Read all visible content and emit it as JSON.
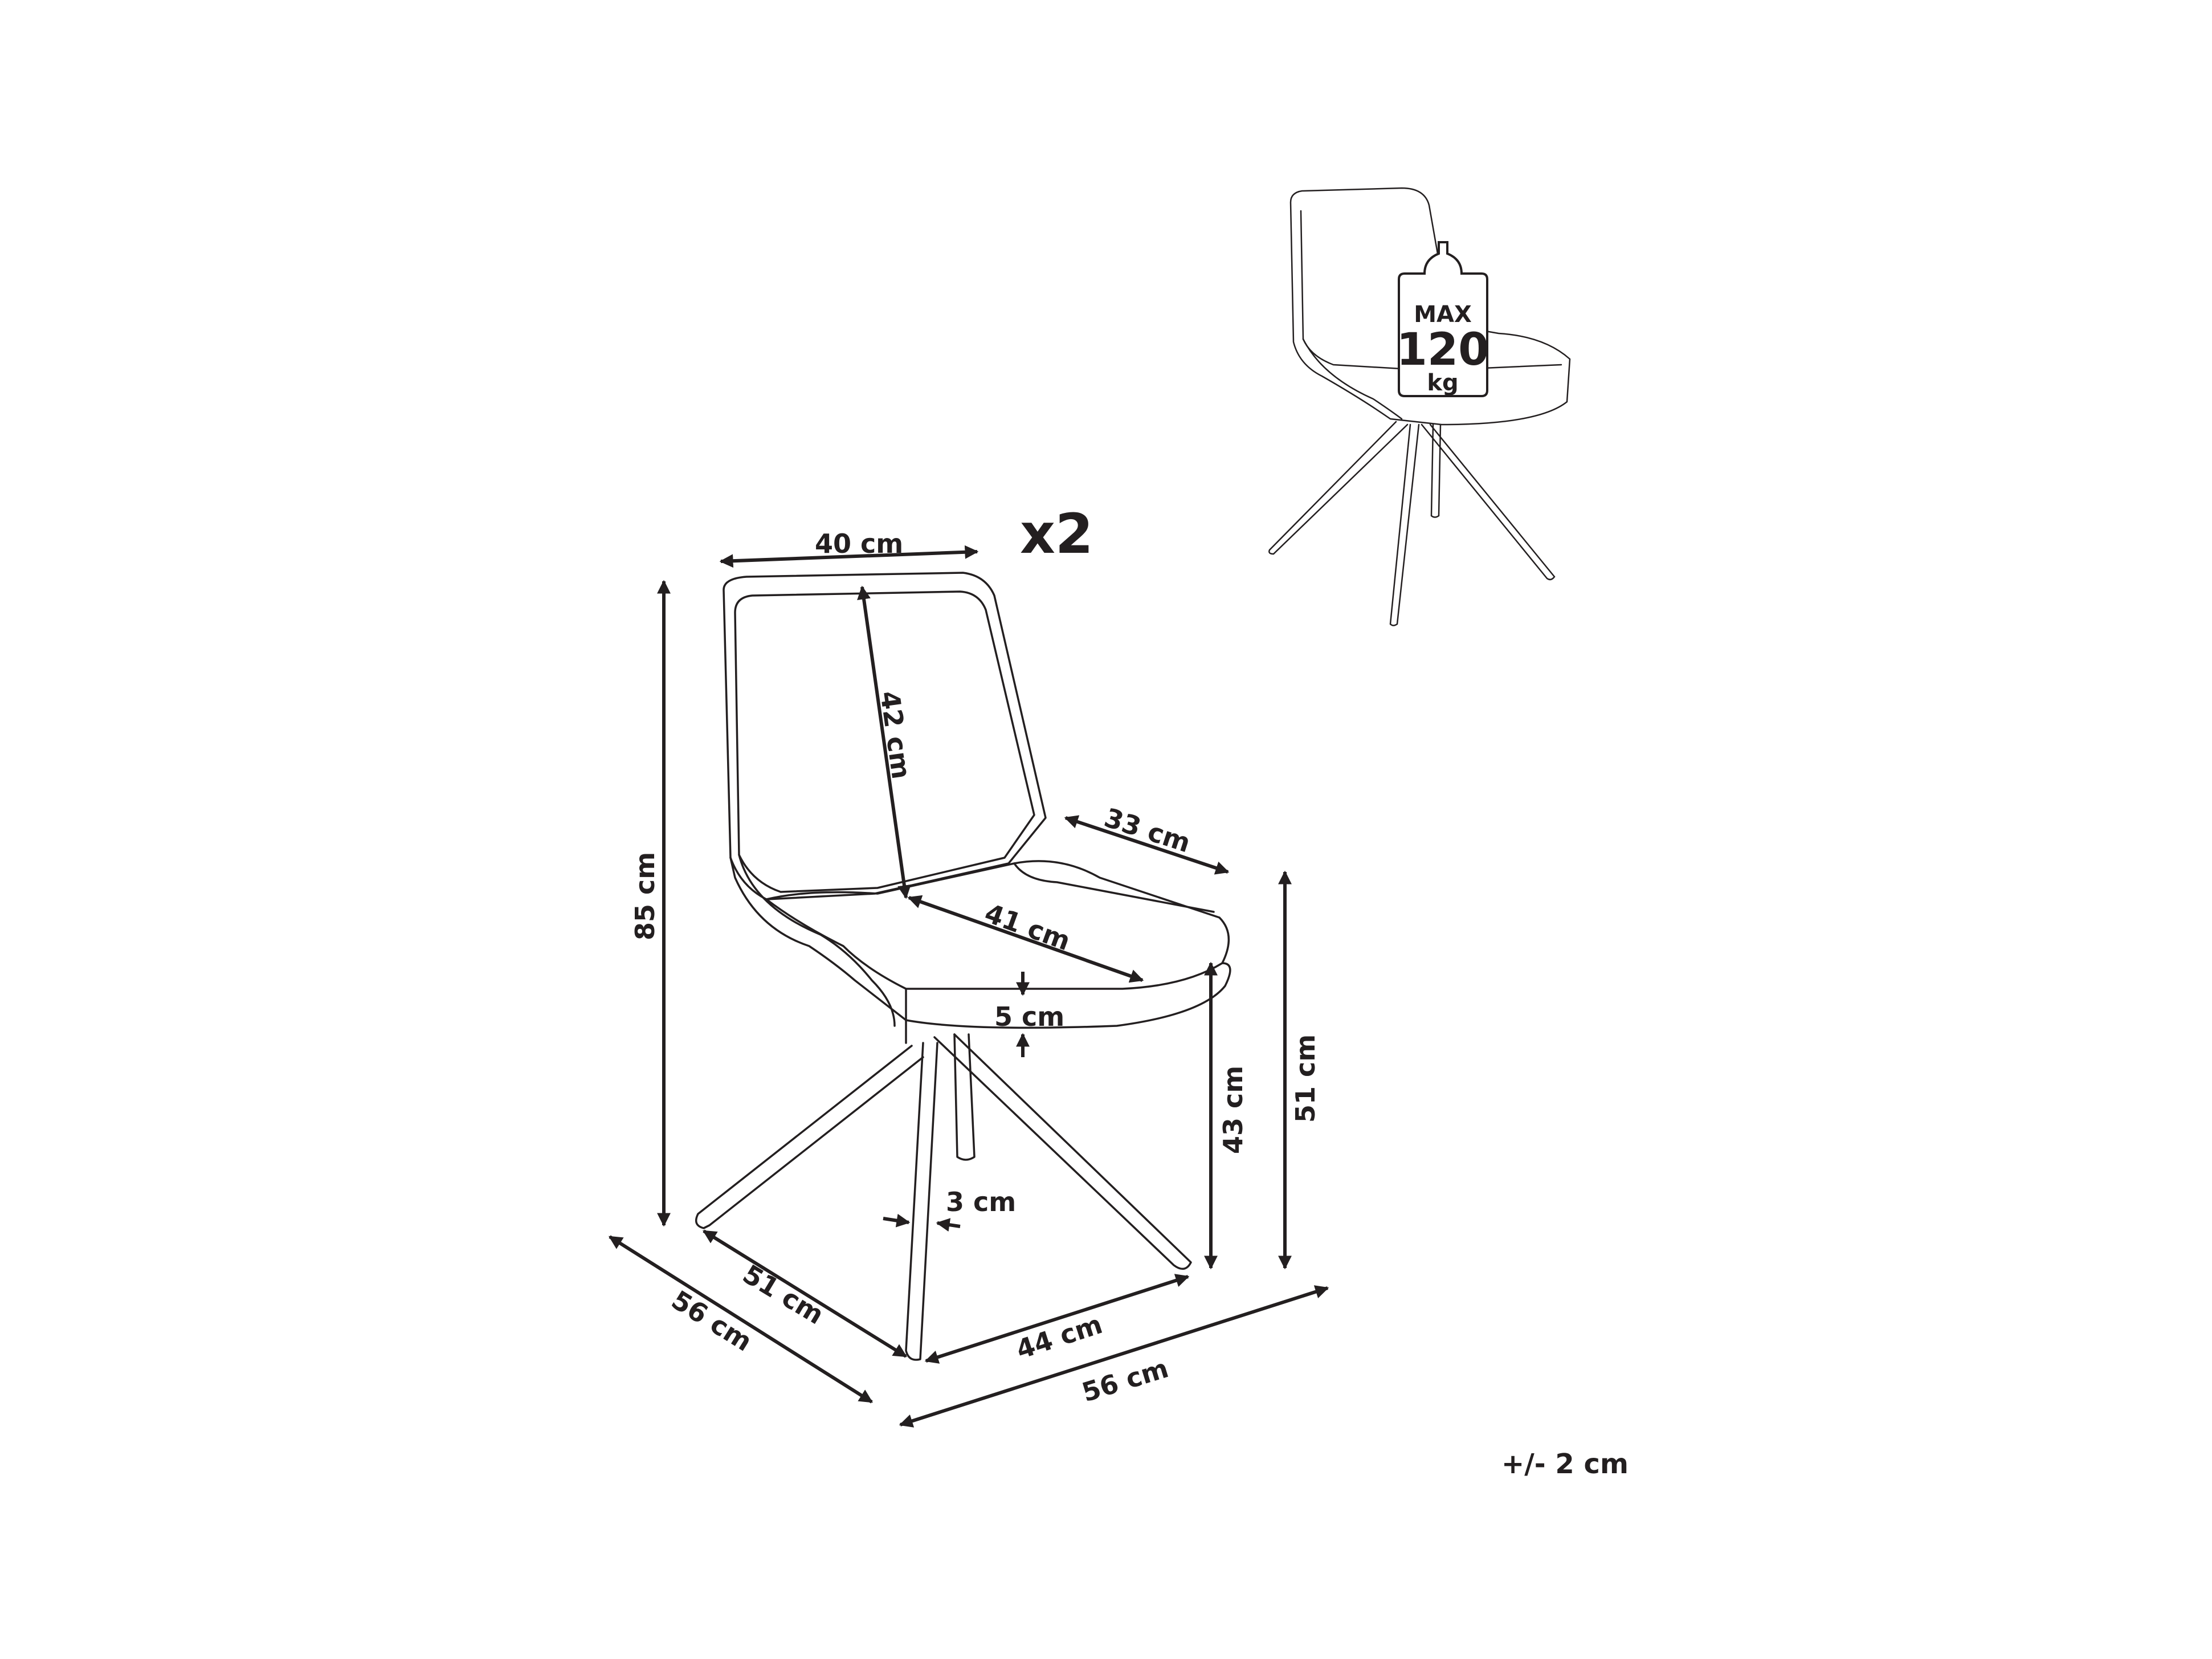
{
  "dimensions": {
    "back_width": "40 cm",
    "quantity": "x2",
    "back_height": "42 cm",
    "total_height": "85 cm",
    "seat_depth": "33 cm",
    "seat_width": "41 cm",
    "seat_thickness": "5 cm",
    "seat_height": "43 cm",
    "armrest_height": "51 cm",
    "leg_thickness": "3 cm",
    "base_left": "51 cm",
    "base_right": "44 cm",
    "total_depth": "56 cm",
    "total_width": "56 cm"
  },
  "load_badge": {
    "top": "MAX",
    "value": "120",
    "unit": "kg"
  },
  "tolerance": "+/- 2 cm",
  "colors": {
    "line": "#231f20",
    "background": "#ffffff"
  }
}
